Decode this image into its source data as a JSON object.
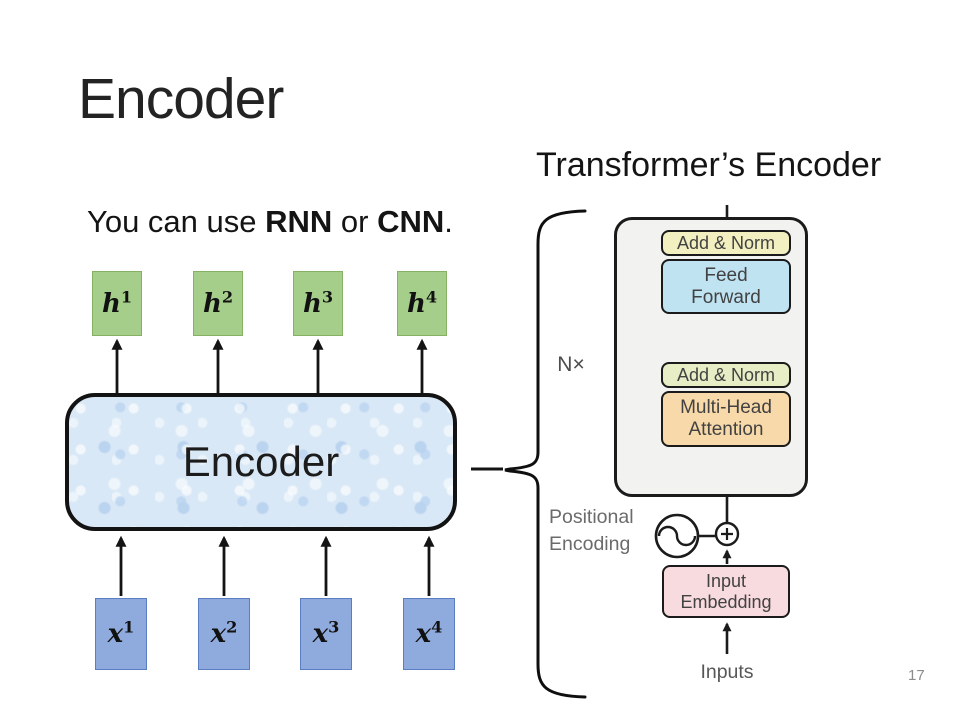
{
  "slide": {
    "title": "Encoder",
    "page_number": "17",
    "background_color": "#ffffff"
  },
  "left_diagram": {
    "caption": {
      "part1": "You can use ",
      "bold1": "RNN",
      "part2": " or ",
      "bold2": "CNN",
      "part3": "."
    },
    "encoder_box_label": "Encoder",
    "hidden_state_boxes": [
      {
        "base": "h",
        "sup": "1"
      },
      {
        "base": "h",
        "sup": "2"
      },
      {
        "base": "h",
        "sup": "3"
      },
      {
        "base": "h",
        "sup": "4"
      }
    ],
    "input_boxes": [
      {
        "base": "x",
        "sup": "1"
      },
      {
        "base": "x",
        "sup": "2"
      },
      {
        "base": "x",
        "sup": "3"
      },
      {
        "base": "x",
        "sup": "4"
      }
    ],
    "colors": {
      "hidden_box_fill": "#a6ce8b",
      "hidden_box_border": "#86b163",
      "input_box_fill": "#8faadc",
      "input_box_border": "#5b7ec2",
      "encoder_fill": "#d9e8f6",
      "outline": "#131313"
    }
  },
  "transformer_diagram": {
    "heading": "Transformer’s Encoder",
    "repeat_label": "N×",
    "blocks": {
      "add_norm_top": {
        "label": "Add & Norm",
        "fill": "#f2efc1"
      },
      "feed_forward": {
        "line1": "Feed",
        "line2": "Forward",
        "fill": "#c0e3f2"
      },
      "add_norm_bottom": {
        "label": "Add & Norm",
        "fill": "#e7eec5"
      },
      "multi_head_attention": {
        "line1": "Multi-Head",
        "line2": "Attention",
        "fill": "#f8d9a9"
      },
      "input_embedding": {
        "line1": "Input",
        "line2": "Embedding",
        "fill": "#f8dbde"
      }
    },
    "positional_encoding": {
      "line1": "Positional",
      "line2": "Encoding"
    },
    "inputs_label": "Inputs",
    "outer_fill": "#f2f2f0"
  }
}
